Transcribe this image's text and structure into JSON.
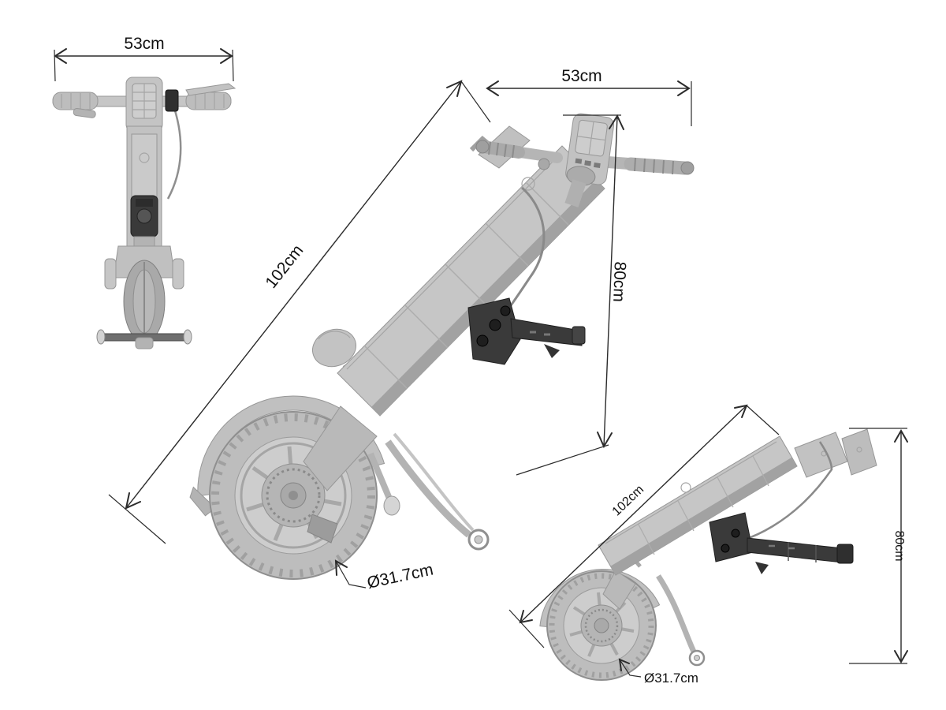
{
  "colors": {
    "background": "#ffffff",
    "dimension_line": "#2b2b2b",
    "label_text": "#111111",
    "body_fill_light": "#c6c6c6",
    "body_fill_mid": "#b3b3b3",
    "body_stroke": "#979797",
    "dark_hitch": "#3a3a3a"
  },
  "views": {
    "top_view": {
      "dims": {
        "handlebar_width": "53cm"
      }
    },
    "main_view": {
      "dims": {
        "handlebar_width": "53cm",
        "overall_length": "102cm",
        "handlebar_height": "80cm",
        "wheel_diameter": "Ø31.7cm"
      }
    },
    "side_view": {
      "dims": {
        "overall_length": "102cm",
        "overall_height": "80cm",
        "wheel_diameter": "Ø31.7cm"
      }
    }
  }
}
